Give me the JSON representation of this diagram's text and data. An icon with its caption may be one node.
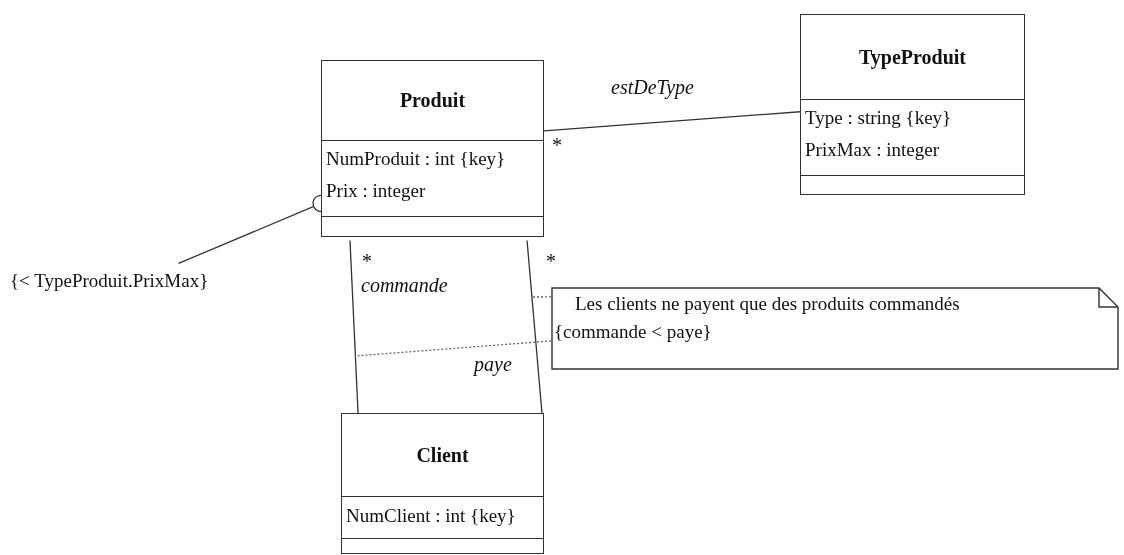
{
  "diagram": {
    "nodes": [
      {
        "text": [
          "Produit",
          "NumProduit : int {key}",
          "Prix : integer"
        ]
      },
      {
        "text": [
          "TypeProduit",
          "Type : string {key}",
          "PrixMax : integer"
        ]
      },
      {
        "text": [
          "Client",
          "NumClient : int {key}"
        ]
      },
      {
        "text": [
          "{< TypeProduit.PrixMax}"
        ]
      },
      {
        "text": [
          "Les clients ne payent que des produits commandés",
          "{commande < paye}"
        ]
      }
    ],
    "edges": [
      {
        "from": 0,
        "to": 1,
        "arrow": "none",
        "label": "estDeType"
      },
      {
        "from": 3,
        "to": 0,
        "arrow": "other"
      },
      {
        "from": 0,
        "to": 2,
        "arrow": "none",
        "label": "commande"
      },
      {
        "from": 0,
        "to": 2,
        "arrow": "none",
        "label": "paye"
      },
      {
        "from": 4,
        "to": null,
        "arrow": "none",
        "style": "dashed"
      },
      {
        "from": 4,
        "to": null,
        "arrow": "none",
        "style": "dashed"
      }
    ],
    "labels": [
      "*",
      "*",
      "*"
    ]
  }
}
